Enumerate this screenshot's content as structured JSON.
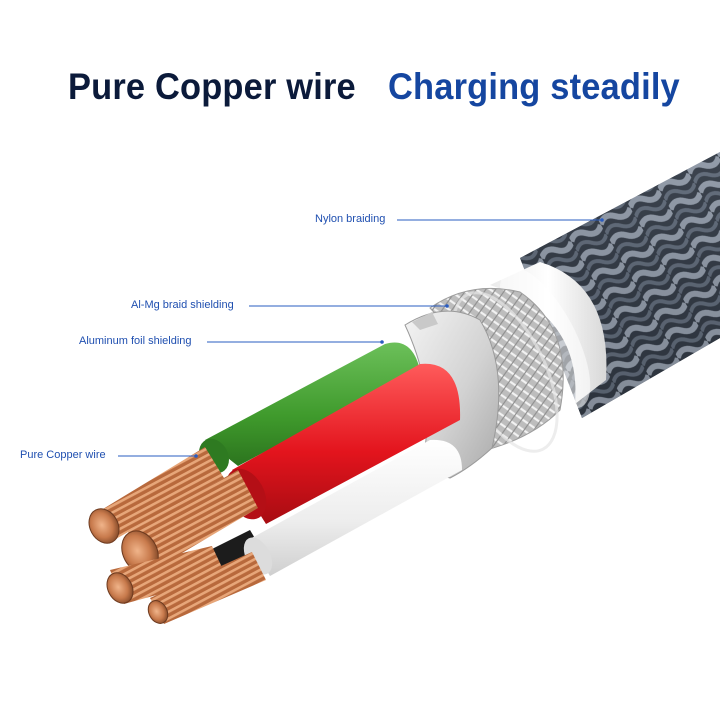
{
  "headline": {
    "left_text": "Pure Copper wire",
    "right_text": "Charging steadily"
  },
  "callouts": [
    {
      "label": "Nylon braiding"
    },
    {
      "label": "Al-Mg braid shielding"
    },
    {
      "label": "Aluminum foil shielding"
    },
    {
      "label": "Pure Copper wire"
    }
  ],
  "colors": {
    "headline_left": "#0b1a3a",
    "headline_right": "#1546a0",
    "callout_text": "#1f4fb0",
    "leader_line": "#2a5cc0",
    "insulation_green": "#3f9a2c",
    "insulation_red": "#e3141d",
    "insulation_white": "#f4f4f4",
    "copper": "#c87a4c",
    "braid_metal": "#d9d9d9",
    "nylon_braid": "#4b5563"
  }
}
